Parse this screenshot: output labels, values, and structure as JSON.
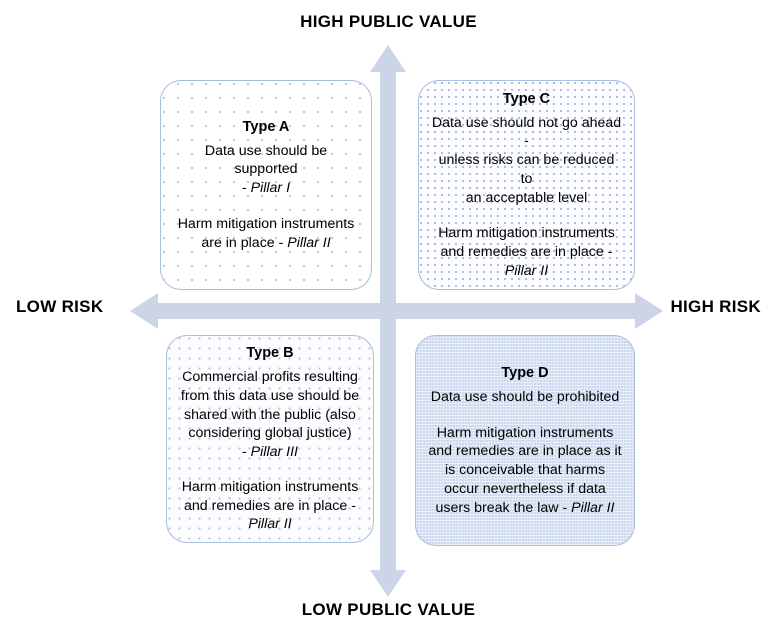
{
  "axes": {
    "top_label": "HIGH PUBLIC VALUE",
    "bottom_label": "LOW PUBLIC VALUE",
    "left_label": "LOW RISK",
    "right_label": "HIGH RISK",
    "arrow_color": "#ccd4e8"
  },
  "colors": {
    "box_border": "#a9bedd",
    "box_dot": "#b0c2e3",
    "quad_d_fill": "#ccd9ef",
    "text": "#000000"
  },
  "quadrants": {
    "a": {
      "title": "Type A",
      "line1": "Data use should be supported",
      "line2_prefix": "- ",
      "line2_italic": "Pillar I",
      "line3": "Harm mitigation instruments",
      "line4_prefix": "are in place - ",
      "line4_italic": "Pillar II"
    },
    "b": {
      "title": "Type B",
      "line1": "Commercial profits resulting",
      "line2": "from this data use should be",
      "line3": "shared with the public (also",
      "line4": "considering global justice)",
      "line5_prefix": "- ",
      "line5_italic": "Pillar III",
      "line6": "Harm mitigation instruments",
      "line7": "and remedies are in place -",
      "line8_italic": "Pillar II"
    },
    "c": {
      "title": "Type C",
      "line1": "Data use should not go ahead -",
      "line2": "unless risks can be reduced to",
      "line3": "an acceptable level",
      "line4": "Harm mitigation instruments",
      "line5": "and remedies are in place -",
      "line6_italic": "Pillar II"
    },
    "d": {
      "title": "Type D",
      "line1": "Data use should be prohibited",
      "line2": "Harm mitigation instruments",
      "line3": "and remedies are in place as it",
      "line4": "is conceivable that harms",
      "line5": "occur nevertheless if data",
      "line6_prefix": "users break the law - ",
      "line6_italic": "Pillar II"
    }
  }
}
